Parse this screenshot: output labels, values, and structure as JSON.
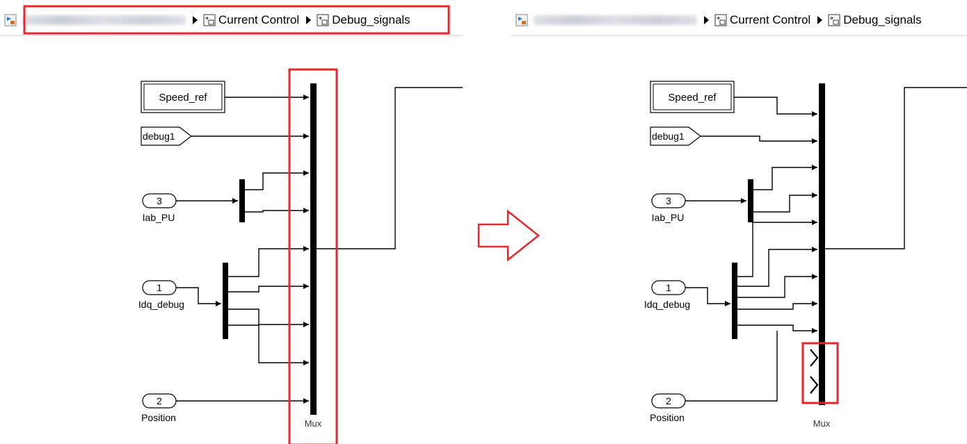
{
  "left": {
    "breadcrumb": {
      "root": "",
      "item1": "Current Control",
      "item2": "Debug_signals"
    },
    "blocks": {
      "speed_ref": "Speed_ref",
      "debug1": "debug1",
      "inport_lab_pu": {
        "number": "3",
        "name": "Iab_PU"
      },
      "inport_idq": {
        "number": "1",
        "name": "Idq_debug"
      },
      "inport_pos": {
        "number": "2",
        "name": "Position"
      },
      "mux": "Mux"
    }
  },
  "right": {
    "breadcrumb": {
      "root": "",
      "item1": "Current Control",
      "item2": "Debug_signals"
    },
    "blocks": {
      "speed_ref": "Speed_ref",
      "debug1": "debug1",
      "inport_lab_pu": {
        "number": "3",
        "name": "Iab_PU"
      },
      "inport_idq": {
        "number": "1",
        "name": "Idq_debug"
      },
      "inport_pos": {
        "number": "2",
        "name": "Position"
      },
      "mux": "Mux"
    }
  },
  "colors": {
    "highlight": "#e8262a",
    "line": "#000000",
    "arrow": "#e8262a"
  },
  "icons": [
    "model-icon",
    "subsystem-icon",
    "breadcrumb-separator-icon",
    "arrow-right-icon"
  ]
}
